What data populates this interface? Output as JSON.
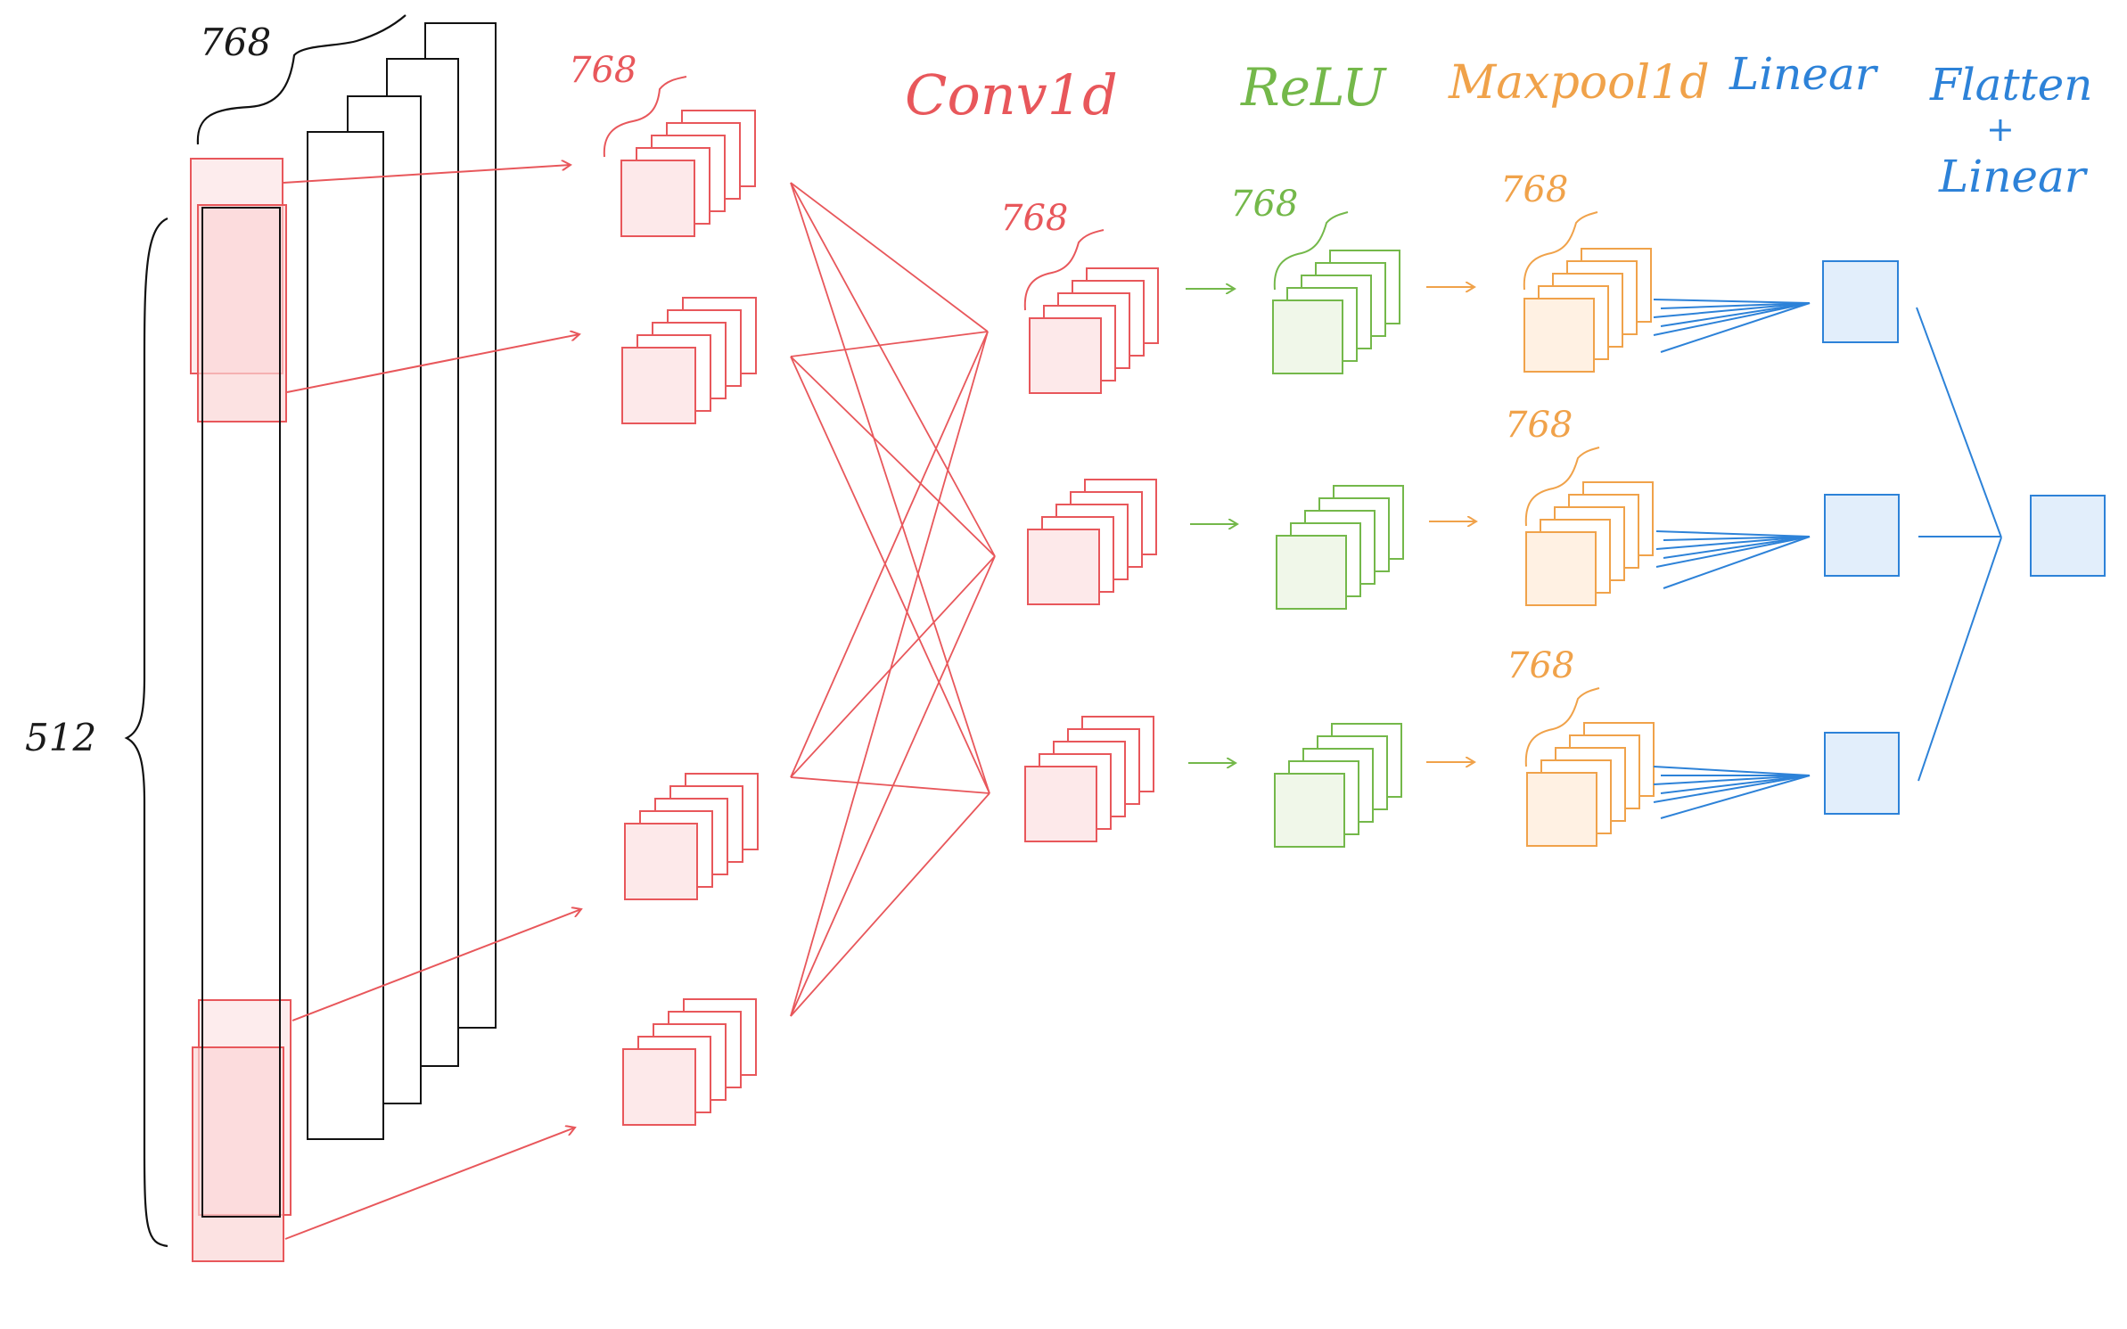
{
  "labels": {
    "input_width": "768",
    "input_length": "512",
    "embed_dim": "768",
    "conv_dim": "768",
    "relu_dim": "768",
    "pool_dim_1": "768",
    "pool_dim_2": "768",
    "pool_dim_3": "768"
  },
  "stages": {
    "conv": "Conv1d",
    "relu": "ReLU",
    "pool": "Maxpool1d",
    "linear": "Linear",
    "final_1": "Flatten",
    "final_plus": "+",
    "final_2": "Linear"
  },
  "colors": {
    "conv": "#e8575b",
    "conv_fill": "#fde9ea",
    "relu": "#74b84a",
    "relu_fill": "#f0f7e9",
    "pool": "#f0a24a",
    "pool_fill": "#fff1e3",
    "linear": "#2d82d8",
    "linear_fill": "#e2eefb",
    "text": "#1a1a1a"
  }
}
